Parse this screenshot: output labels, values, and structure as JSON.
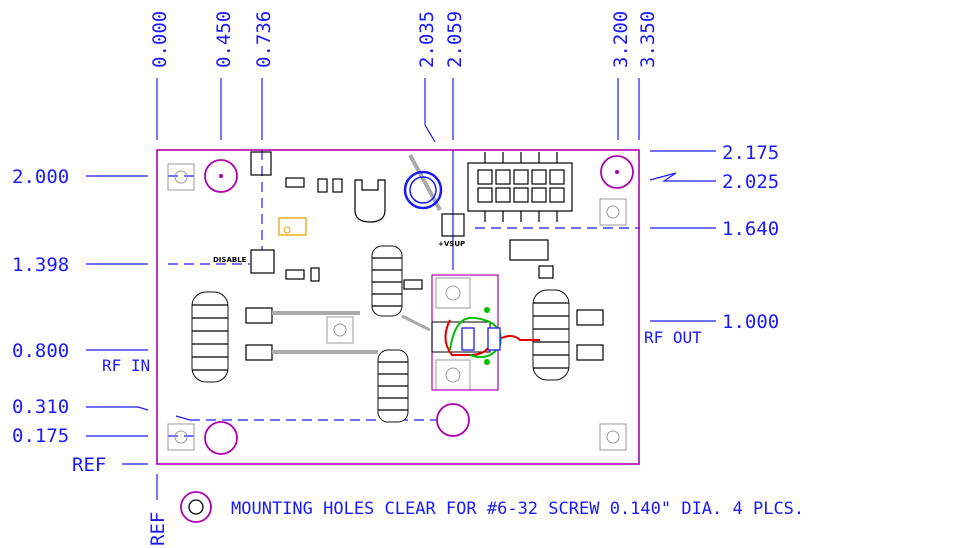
{
  "colors": {
    "dimension": "#1a1aff",
    "board_outline": "#b000b0",
    "black": "#000000",
    "red": "#e00000",
    "green": "#00c000",
    "orange": "#f0a000"
  },
  "x_dims": [
    {
      "label": "0.000"
    },
    {
      "label": "0.450"
    },
    {
      "label": "0.736"
    },
    {
      "label": "2.035"
    },
    {
      "label": "2.059"
    },
    {
      "label": "3.200"
    },
    {
      "label": "3.350"
    }
  ],
  "y_dims_left": [
    {
      "label": "2.000"
    },
    {
      "label": "1.398"
    },
    {
      "label": "0.800"
    },
    {
      "label": "0.310"
    },
    {
      "label": "0.175"
    }
  ],
  "y_dims_right": [
    {
      "label": "2.175"
    },
    {
      "label": "2.025"
    },
    {
      "label": "1.640"
    },
    {
      "label": "1.000"
    }
  ],
  "ref_label_left": "REF",
  "ref_label_bottom": "REF",
  "rf_in_label": "RF IN",
  "rf_out_label": "RF OUT",
  "disable_label": "DISABLE",
  "vsup_label": "+VSUP",
  "mounting_note": "MOUNTING HOLES CLEAR FOR #6-32 SCREW 0.140\" DIA. 4 PLCS.",
  "mounting_icon": "circle-hole-icon"
}
